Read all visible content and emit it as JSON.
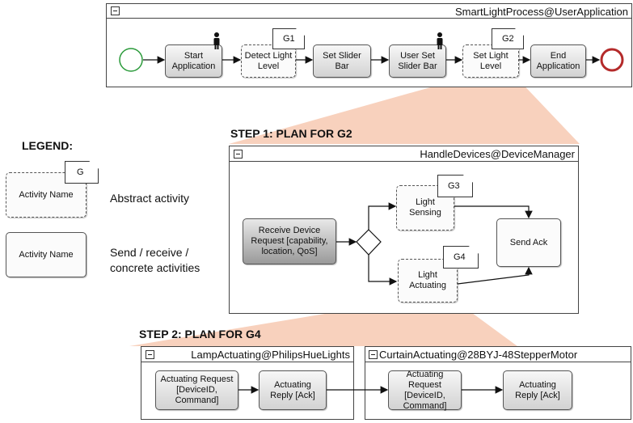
{
  "process": {
    "title": "SmartLightProcess@UserApplication",
    "tasks": [
      "Start Application",
      "Detect Light Level",
      "Set Slider Bar",
      "User Set Slider Bar",
      "Set Light Level",
      "End Application"
    ],
    "goal_labels": [
      "G1",
      "G2"
    ]
  },
  "legend": {
    "heading": "LEGEND:",
    "abstract_box_label": "Activity Name",
    "abstract_box_goal": "G",
    "abstract_desc": "Abstract activity",
    "concrete_box_label": "Activity Name",
    "concrete_desc": "Send / receive / concrete activities"
  },
  "step1": {
    "heading": "STEP 1: PLAN FOR G2",
    "pool_title": "HandleDevices@DeviceManager",
    "receive_task": "Receive Device Request [capability, location, QoS]",
    "light_sensing": "Light Sensing",
    "light_actuating": "Light Actuating",
    "send_ack": "Send Ack",
    "goal_labels": [
      "G3",
      "G4"
    ]
  },
  "step2": {
    "heading": "STEP 2: PLAN FOR G4",
    "lamp_pool_title": "LampActuating@PhilipsHueLights",
    "curtain_pool_title": "CurtainActuating@28BYJ-48StepperMotor",
    "actuating_request": "Actuating Request [DeviceID, Command]",
    "actuating_reply": "Actuating Reply [Ack]"
  },
  "colors": {
    "highlight": "#f5c2a8",
    "start_event": "#2a9a3a",
    "end_event": "#b42a2a"
  }
}
